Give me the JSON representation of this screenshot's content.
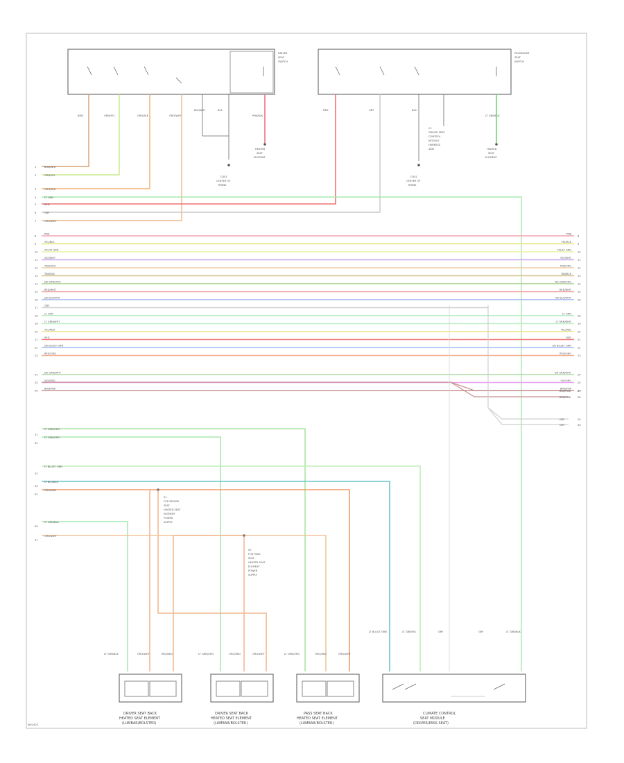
{
  "figure_id": "W52420",
  "components": {
    "top_left_switch": {
      "caption": [
        "DRIVER",
        "SEAT",
        "SWITCH"
      ]
    },
    "top_right_switch": {
      "caption": [
        "PASSENGER",
        "SEAT",
        "SWITCH"
      ]
    },
    "ground_left": {
      "caption": [
        "G301",
        "CENTER OF",
        "TRUNK"
      ]
    },
    "ground_right": {
      "caption": [
        "G301",
        "CENTER OF",
        "TRUNK"
      ]
    },
    "heated_left": {
      "caption": [
        "HEATED",
        "SEAT",
        "ELEMENT"
      ]
    },
    "heated_right": {
      "caption": [
        "HEATED",
        "SEAT",
        "ELEMENT"
      ]
    },
    "splice_note_1": [
      "S1",
      "FOR DRIVER",
      "SEAT",
      "HEATED SEAT",
      "ELEMENT",
      "POWER",
      "SUPPLY"
    ],
    "splice_note_2": [
      "S2",
      "FOR PASS",
      "SEAT",
      "HEATED SEAT",
      "ELEMENT",
      "POWER",
      "SUPPLY"
    ],
    "right_note": [
      "C1",
      "DRIVER SEAT",
      "CONTROL",
      "MODULE",
      "HARNESS",
      "SIDE"
    ],
    "bottom_1": {
      "caption": [
        "DRIVER SEAT BACK",
        "HEATED SEAT ELEMENT",
        "(LUMBAR/BOLSTER)"
      ]
    },
    "bottom_2": {
      "caption": [
        "DRIVER SEAT BACK",
        "HEATED SEAT ELEMENT",
        "(LUMBAR/BOLSTER)"
      ]
    },
    "bottom_3": {
      "caption": [
        "PASS SEAT BACK",
        "HEATED SEAT ELEMENT",
        "(LUMBAR/BOLSTER)"
      ]
    },
    "bottom_4": {
      "caption": [
        "CLIMATE CONTROL",
        "SEAT MODULE",
        "(DRIVER/PASS SEAT)"
      ]
    }
  },
  "top_left_wires": [
    "BRN",
    "GRN/YEL",
    "ORG/BLK",
    "ORG/WHT",
    "BLK/WHT",
    "BLK",
    "PNK/BLK"
  ],
  "top_right_wires": [
    "RED",
    "GRY",
    "BLK",
    "LT GRN/BLK"
  ],
  "upper_harness": [
    {
      "num": "1",
      "label": "BRN/WHT",
      "color": "#c9a27a"
    },
    {
      "num": "2",
      "label": "GRN/YEL",
      "color": "#c8e08a"
    },
    {
      "num": "3",
      "label": "ORG/BLK",
      "color": "#f0b070"
    },
    {
      "num": "4",
      "label": "LT GRN",
      "color": "#a8e8b0"
    },
    {
      "num": "5",
      "label": "RED",
      "color": "#f27070"
    },
    {
      "num": "6",
      "label": "GRY",
      "color": "#cfcfcf"
    },
    {
      "num": "7",
      "label": "ORG/WHT",
      "color": "#f0b888"
    }
  ],
  "bus_lines": [
    {
      "num": "8",
      "left": "PNK",
      "right": "PNK",
      "color": "#f4a4b4"
    },
    {
      "num": "9",
      "left": "YEL/BLK",
      "right": "YEL/BLK",
      "color": "#e6e67a"
    },
    {
      "num": "10",
      "left": "YEL/LT GRN",
      "right": "YEL/LT GRN",
      "color": "#e8f0a0"
    },
    {
      "num": "11",
      "left": "VIO/WHT",
      "right": "VIO/WHT",
      "color": "#c8a8f0"
    },
    {
      "num": "12",
      "left": "TAN/ORG",
      "right": "TAN/ORG",
      "color": "#f0c8a0"
    },
    {
      "num": "13",
      "left": "TAN/BLK",
      "right": "TAN/BLK",
      "color": "#d8c090"
    },
    {
      "num": "14",
      "left": "DK GRN/ORG",
      "right": "DK GRN/ORG",
      "color": "#9fcf8a"
    },
    {
      "num": "15",
      "left": "RED/WHT",
      "right": "RED/WHT",
      "color": "#f0a0a0"
    },
    {
      "num": "16",
      "left": "DK BLU/WHT",
      "right": "DK BLU/WHT",
      "color": "#9ab4f0"
    },
    {
      "num": "17",
      "left": "GRY",
      "right": "",
      "color": "#d0d0d0"
    },
    {
      "num": "18",
      "left": "LT GRN",
      "right": "LT GRN",
      "color": "#a8eab8"
    },
    {
      "num": "19",
      "left": "LT GRN/WHT",
      "right": "LT GRN/WHT",
      "color": "#c0f0c8"
    },
    {
      "num": "20",
      "left": "YEL/RED",
      "right": "YEL/RED",
      "color": "#f0e080"
    },
    {
      "num": "21",
      "left": "RED",
      "right": "RED",
      "color": "#f27a7a"
    },
    {
      "num": "22",
      "left": "DK BLU/LT GRN",
      "right": "DK BLU/LT GRN",
      "color": "#a4b8f4"
    },
    {
      "num": "23",
      "left": "RED/ORG",
      "right": "RED/ORG",
      "color": "#f4b094"
    },
    {
      "num": "24",
      "left": "DK GRN/WHT",
      "right": "DK GRN/WHT",
      "color": "#a8dca0"
    },
    {
      "num": "25",
      "left": "VIO/ORG",
      "right": "VIO/ORG",
      "color": "#e8a0f0"
    },
    {
      "num": "26",
      "left": "BRN/PNK",
      "right": "BRN/PNK",
      "color": "#c89090"
    }
  ],
  "right_extra": [
    {
      "num": "27",
      "label": "BRN/PNK"
    },
    {
      "num": "28",
      "label": "BRN/PNK"
    },
    {
      "num": "29",
      "label": "GRY"
    },
    {
      "num": "30",
      "label": "GRY"
    }
  ],
  "lower_lines": [
    {
      "num": "31",
      "label": "LT GRN/ORG",
      "color": "#a8eab0"
    },
    {
      "num": "32",
      "label": "LT GRN/ORG",
      "color": "#a8eab0"
    },
    {
      "num": "33",
      "label": "LT BLU/LT GRN",
      "color": "#a8eab0"
    },
    {
      "num": "34",
      "label": "LT BLU/BLK",
      "color": "#6cc4c8"
    },
    {
      "num": "35",
      "label": "ORG/RED",
      "color": "#f49a6a"
    },
    {
      "num": "36",
      "label": "LT GRN/BLK",
      "color": "#a8eab0"
    },
    {
      "num": "37",
      "label": "ORG/WHT",
      "color": "#f4c49a"
    }
  ],
  "bottom_pin_labels": {
    "c1": [
      "LT GRN/BLK",
      "ORG/WHT",
      "ORG/RED"
    ],
    "c2": [
      "LT GRN/ORG",
      "ORG/RED",
      "ORG/WHT"
    ],
    "c3": [
      "LT GRN/ORG",
      "ORG/RED",
      "ORG/WHT"
    ],
    "c4": [
      "LT BLU/LT GRN",
      "LT GRN/YEL",
      "GRY",
      "GRY",
      "LT GRN/BLK"
    ]
  }
}
